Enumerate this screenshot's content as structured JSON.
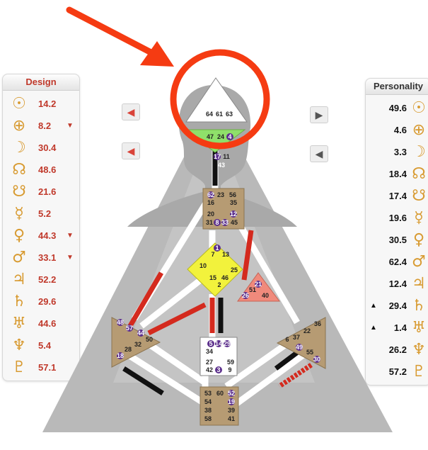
{
  "design": {
    "title": "Design",
    "rows": [
      {
        "icon": "sun-icon",
        "glyph": "☉",
        "value": "14.2",
        "arrow": ""
      },
      {
        "icon": "earth-icon",
        "glyph": "⊕",
        "value": "8.2",
        "arrow": "▼"
      },
      {
        "icon": "moon-icon",
        "glyph": "☽",
        "value": "30.4",
        "arrow": ""
      },
      {
        "icon": "north-node-icon",
        "glyph": "☊",
        "value": "48.6",
        "arrow": ""
      },
      {
        "icon": "south-node-icon",
        "glyph": "☋",
        "value": "21.6",
        "arrow": ""
      },
      {
        "icon": "mercury-icon",
        "glyph": "☿",
        "value": "5.2",
        "arrow": ""
      },
      {
        "icon": "venus-icon",
        "glyph": "♀",
        "value": "44.3",
        "arrow": "▼"
      },
      {
        "icon": "mars-icon",
        "glyph": "♂",
        "value": "33.1",
        "arrow": "▼"
      },
      {
        "icon": "jupiter-icon",
        "glyph": "♃",
        "value": "52.2",
        "arrow": ""
      },
      {
        "icon": "saturn-icon",
        "glyph": "♄",
        "value": "29.6",
        "arrow": ""
      },
      {
        "icon": "uranus-icon",
        "glyph": "♅",
        "value": "44.6",
        "arrow": ""
      },
      {
        "icon": "neptune-icon",
        "glyph": "♆",
        "value": "5.4",
        "arrow": ""
      },
      {
        "icon": "pluto-icon",
        "glyph": "♇",
        "value": "57.1",
        "arrow": ""
      }
    ]
  },
  "personality": {
    "title": "Personality",
    "rows": [
      {
        "icon": "sun-icon",
        "glyph": "☉",
        "value": "49.6",
        "arrow": ""
      },
      {
        "icon": "earth-icon",
        "glyph": "⊕",
        "value": "4.6",
        "arrow": ""
      },
      {
        "icon": "moon-icon",
        "glyph": "☽",
        "value": "3.3",
        "arrow": ""
      },
      {
        "icon": "north-node-icon",
        "glyph": "☊",
        "value": "18.4",
        "arrow": ""
      },
      {
        "icon": "south-node-icon",
        "glyph": "☋",
        "value": "17.4",
        "arrow": ""
      },
      {
        "icon": "mercury-icon",
        "glyph": "☿",
        "value": "19.6",
        "arrow": ""
      },
      {
        "icon": "venus-icon",
        "glyph": "♀",
        "value": "30.5",
        "arrow": ""
      },
      {
        "icon": "mars-icon",
        "glyph": "♂",
        "value": "62.4",
        "arrow": ""
      },
      {
        "icon": "jupiter-icon",
        "glyph": "♃",
        "value": "12.4",
        "arrow": ""
      },
      {
        "icon": "saturn-icon",
        "glyph": "♄",
        "value": "29.4",
        "arrow": "▲"
      },
      {
        "icon": "uranus-icon",
        "glyph": "♅",
        "value": "1.4",
        "arrow": "▲"
      },
      {
        "icon": "neptune-icon",
        "glyph": "♆",
        "value": "26.2",
        "arrow": ""
      },
      {
        "icon": "pluto-icon",
        "glyph": "♇",
        "value": "57.2",
        "arrow": ""
      }
    ]
  },
  "nav": {
    "icons": [
      "arrow-left-icon",
      "arrow-right-icon"
    ],
    "design_color": "#d9443a",
    "personality_color": "#555555"
  },
  "colors": {
    "annotation": "#f53b12",
    "head_center": "#ffffff",
    "ajna_center": "#8fe06a",
    "throat_center": "#b69b73",
    "g_center": "#f2f23c",
    "heart_center": "#f08a7c",
    "spleen_center": "#b69b73",
    "solar_plexus_center": "#b69b73",
    "sacral_center": "#ffffff",
    "root_center": "#b69b73",
    "design_activation": "#d42a1e",
    "personality_activation": "#111111",
    "gate_circle": "#5b2e8c"
  },
  "gates": {
    "head": [
      "64",
      "61",
      "63"
    ],
    "ajna": [
      "47",
      "24",
      "4"
    ],
    "throat_top": [
      "17",
      "11",
      "43"
    ],
    "throat": [
      "62",
      "23",
      "56",
      "16",
      "35",
      "20",
      "12",
      "31",
      "8",
      "33",
      "45"
    ],
    "g": [
      "1",
      "7",
      "13",
      "10",
      "25",
      "15",
      "46",
      "2"
    ],
    "heart": [
      "21",
      "51",
      "26",
      "40"
    ],
    "spleen": [
      "48",
      "57",
      "44",
      "50",
      "32",
      "28",
      "18"
    ],
    "sacral": [
      "5",
      "14",
      "29",
      "34",
      "27",
      "59",
      "42",
      "3",
      "9"
    ],
    "solar": [
      "36",
      "22",
      "6",
      "37",
      "49",
      "55",
      "30"
    ],
    "root": [
      "53",
      "60",
      "52",
      "54",
      "19",
      "38",
      "39",
      "58",
      "41"
    ]
  }
}
